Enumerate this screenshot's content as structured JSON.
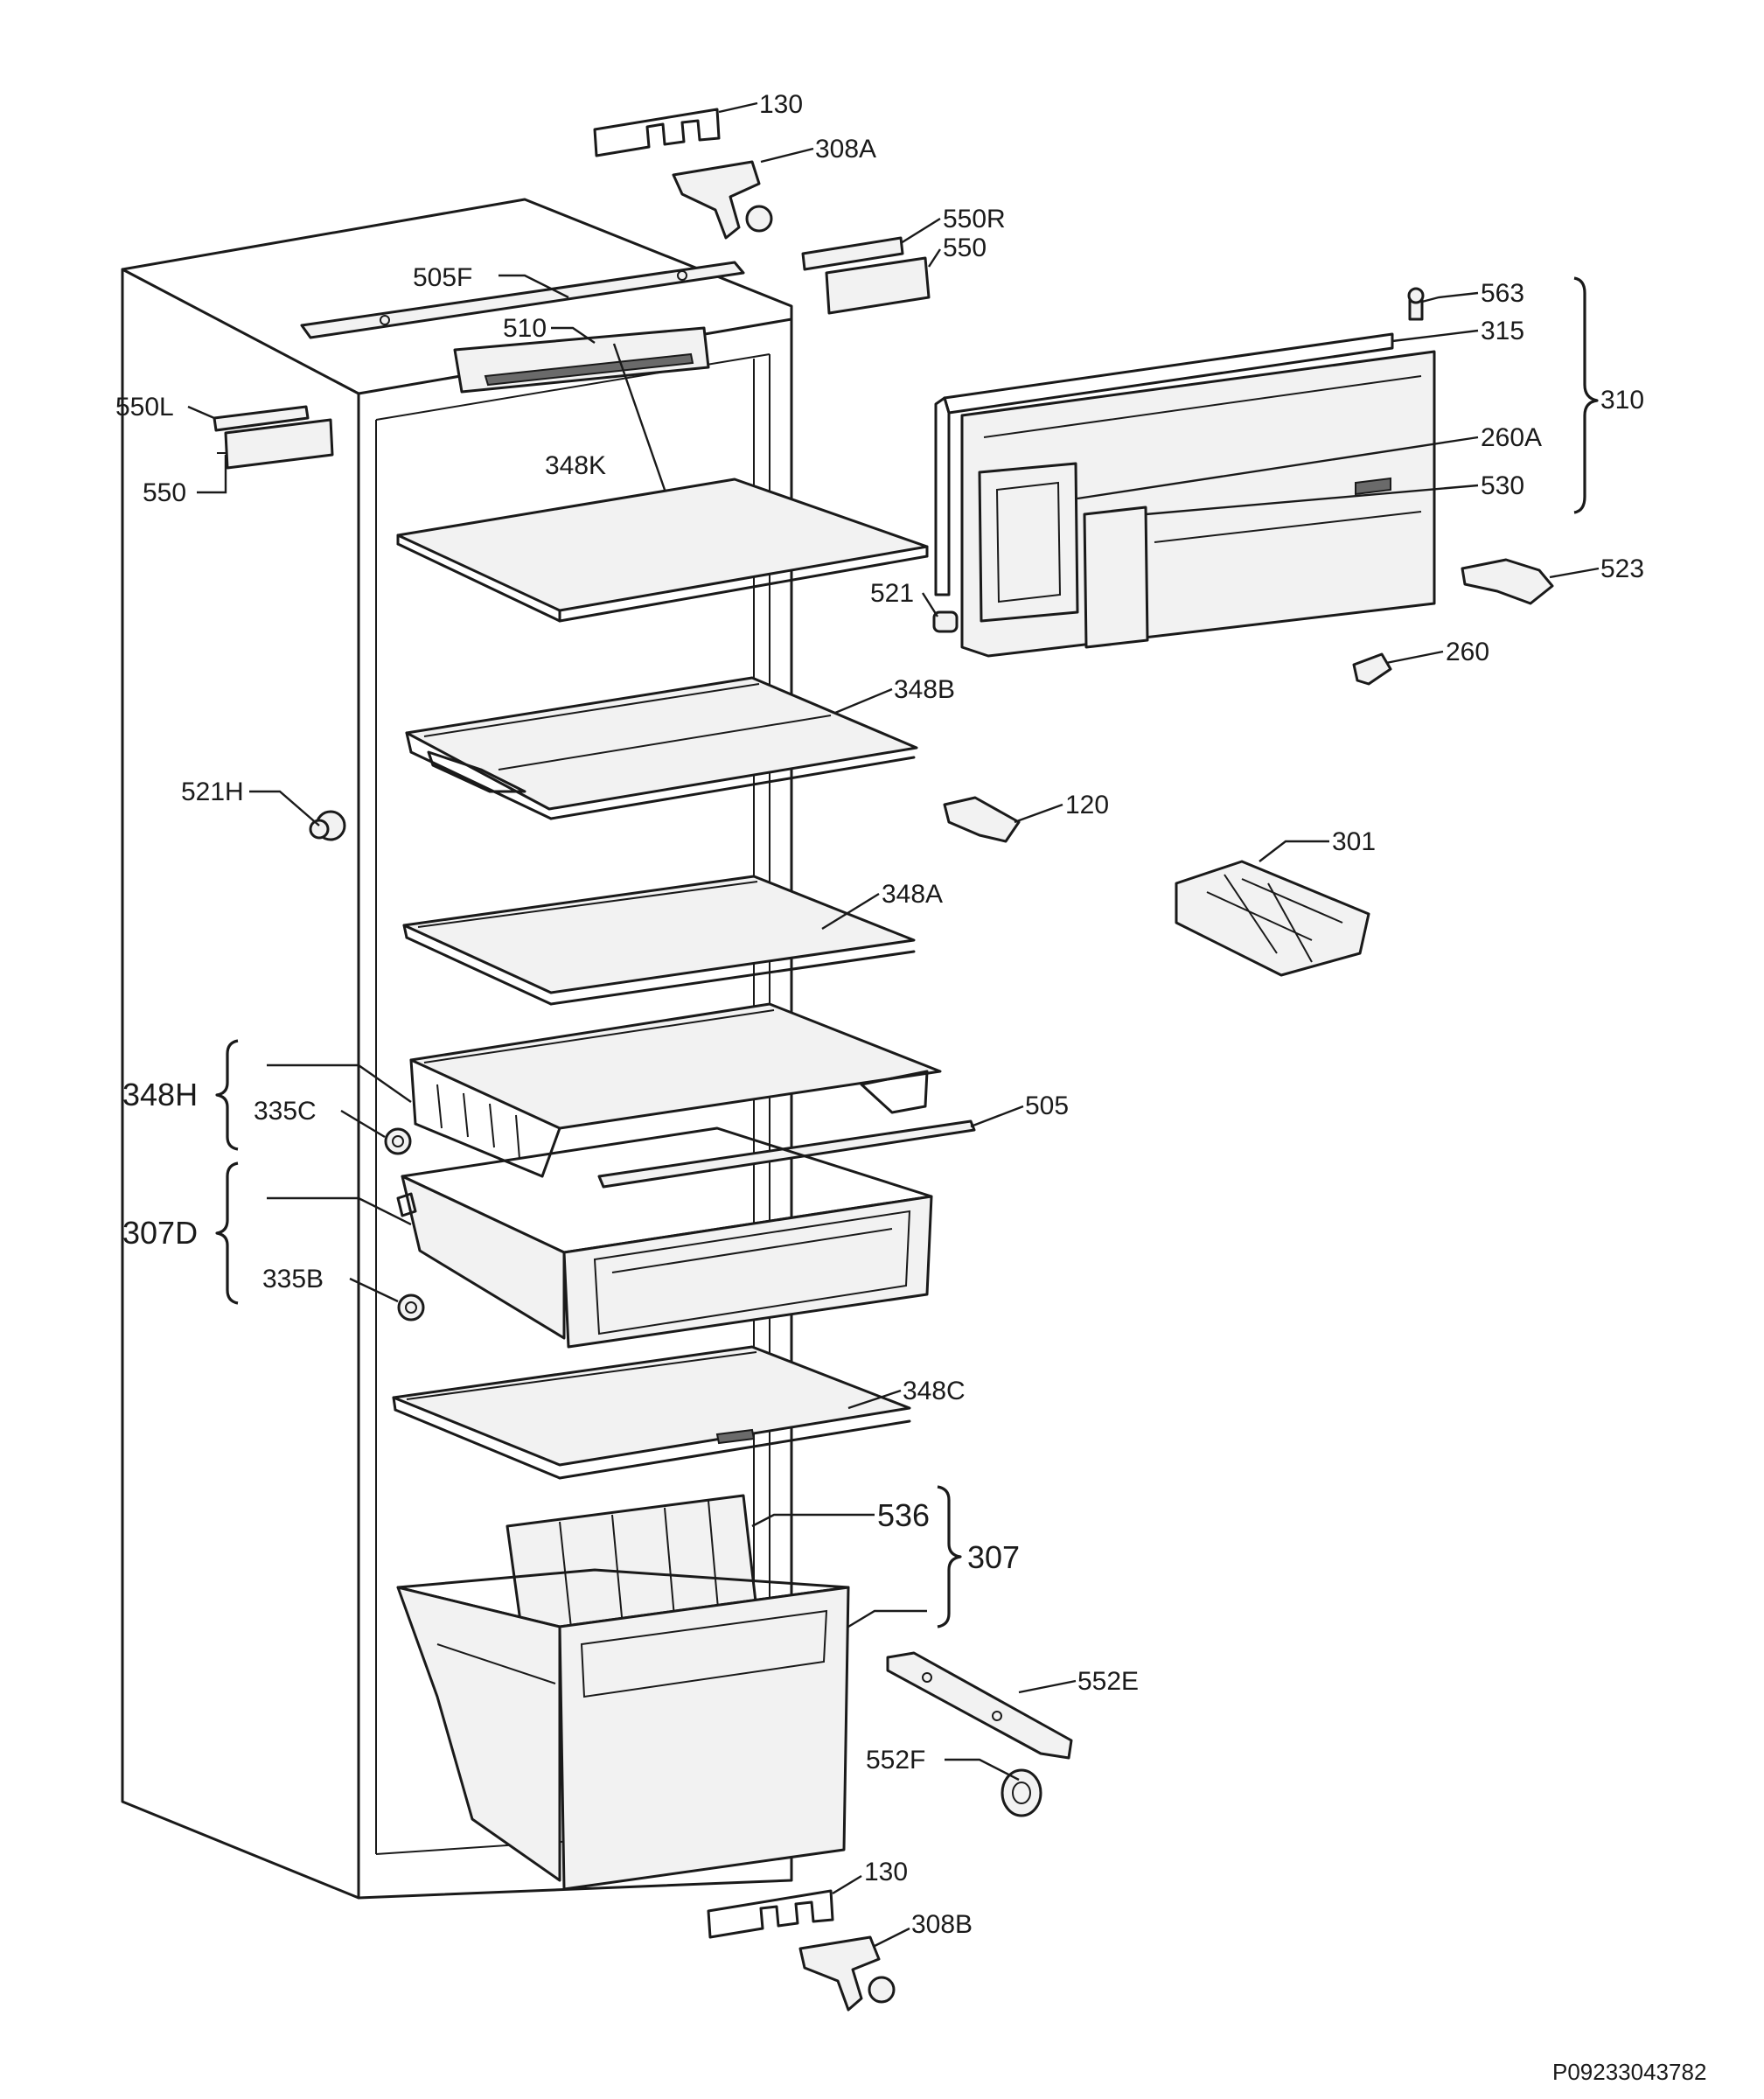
{
  "labels": {
    "p130_top": "130",
    "p308A": "308A",
    "p550R": "550R",
    "p550_right": "550",
    "p505F": "505F",
    "p510": "510",
    "p563": "563",
    "p315": "315",
    "p310": "310",
    "p550L": "550L",
    "p550_left": "550",
    "p348K": "348K",
    "p260A": "260A",
    "p530": "530",
    "p521": "521",
    "p523": "523",
    "p260": "260",
    "p348B": "348B",
    "p521H": "521H",
    "p120": "120",
    "p301": "301",
    "p348A": "348A",
    "p348H": "348H",
    "p335C": "335C",
    "p505": "505",
    "p307D": "307D",
    "p335B": "335B",
    "p348C": "348C",
    "p536": "536",
    "p307": "307",
    "p552E": "552E",
    "p552F": "552F",
    "p130_bottom": "130",
    "p308B": "308B"
  },
  "diagram_code": "P09233043782"
}
